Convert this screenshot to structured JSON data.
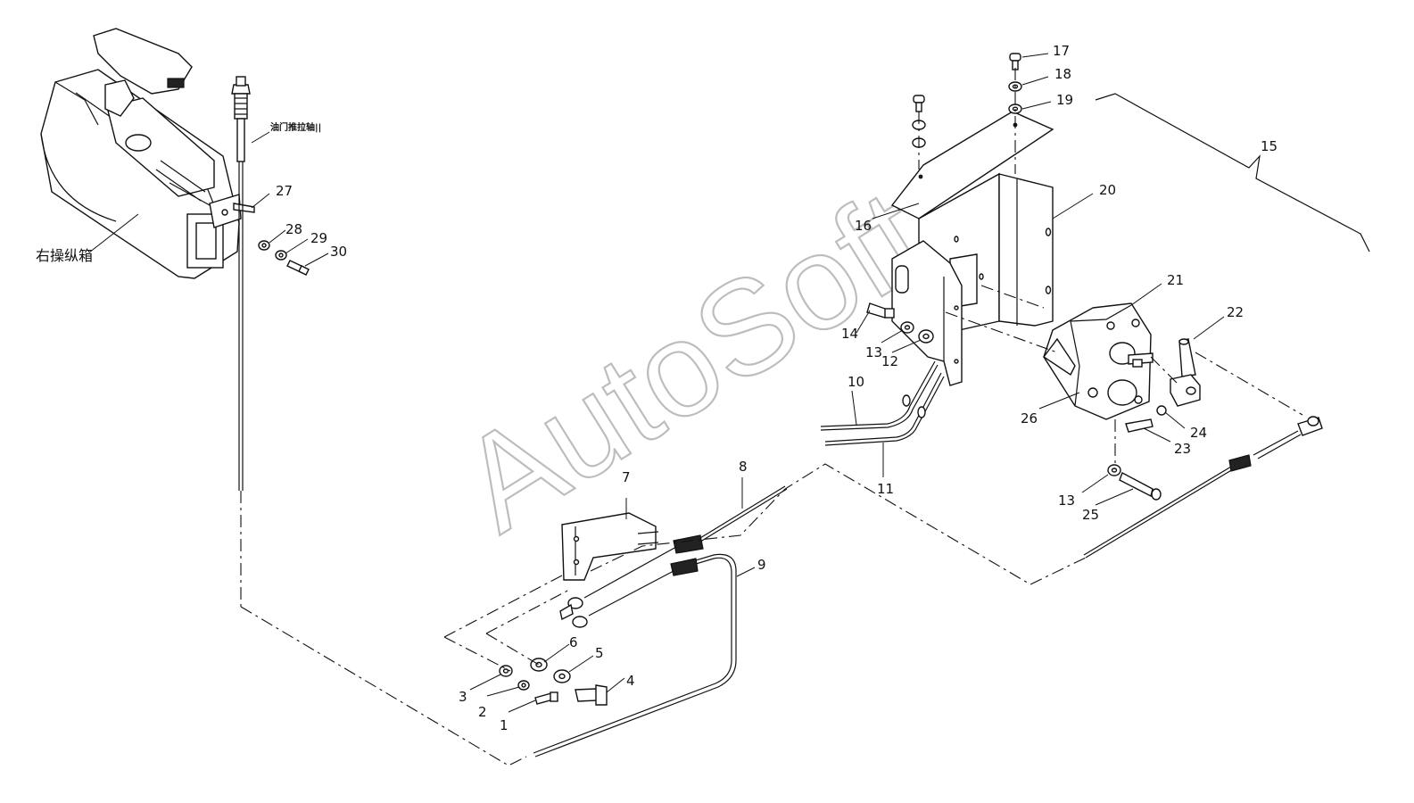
{
  "labels": {
    "p1": "1",
    "p2": "2",
    "p3": "3",
    "p4": "4",
    "p5": "5",
    "p6": "6",
    "p7": "7",
    "p8": "8",
    "p9": "9",
    "p10": "10",
    "p11": "11",
    "p12": "12",
    "p13a": "13",
    "p13b": "13",
    "p14": "14",
    "p15": "15",
    "p16": "16",
    "p17": "17",
    "p18": "18",
    "p19": "19",
    "p20": "20",
    "p21": "21",
    "p22": "22",
    "p23": "23",
    "p24": "24",
    "p25": "25",
    "p26": "26",
    "p27": "27",
    "p28": "28",
    "p29": "29",
    "p30": "30"
  },
  "annotations": {
    "right_console": "右操纵箱",
    "throttle_cable": "油门推拉轴||"
  },
  "watermark": "AutoSoft"
}
